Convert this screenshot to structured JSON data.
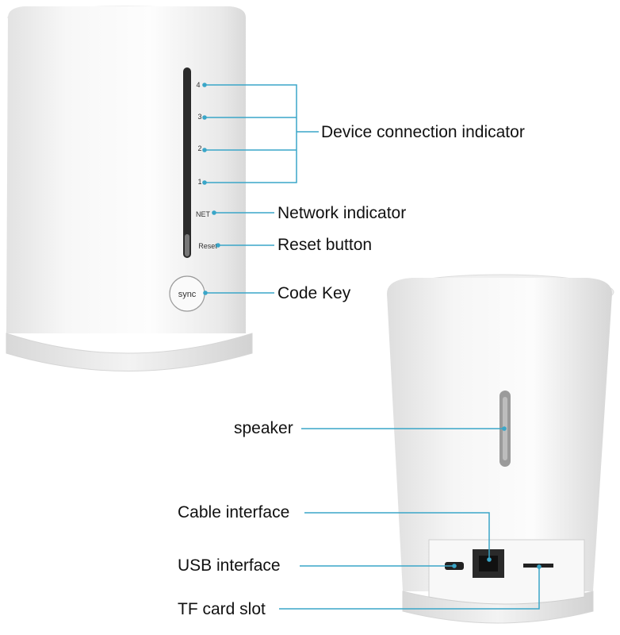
{
  "front_device": {
    "indicator_numbers": [
      "4",
      "3",
      "2",
      "1"
    ],
    "net_text": "NET",
    "reset_text": "Reset",
    "sync_text": "sync"
  },
  "callouts": {
    "device_connection_indicator": "Device connection indicator",
    "network_indicator": "Network indicator",
    "reset_button": "Reset button",
    "code_key": "Code Key",
    "speaker": "speaker",
    "cable_interface": "Cable interface",
    "usb_interface": "USB interface",
    "tf_card_slot": "TF card slot"
  },
  "colors": {
    "leader_line": "#3aa6c8",
    "device_body": "#f4f4f4"
  }
}
